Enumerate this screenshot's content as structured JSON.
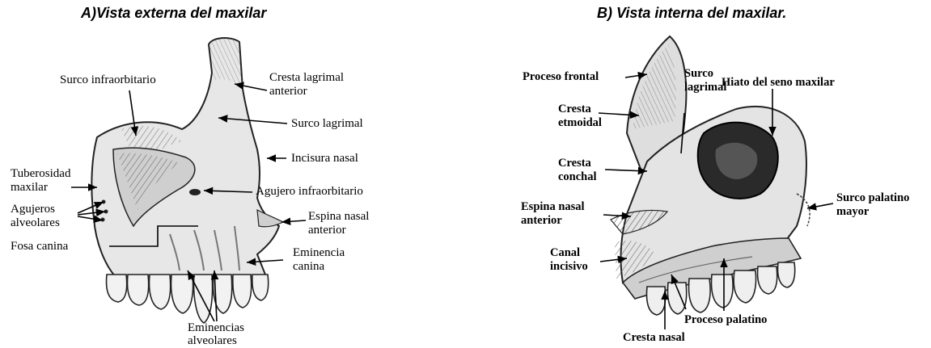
{
  "titles": {
    "a": "A)Vista externa del maxilar",
    "b": "B) Vista interna del maxilar."
  },
  "panel_a": {
    "surco_infraorbitario": "Surco infraorbitario",
    "cresta_lagrimal_1": "Cresta lagrimal",
    "cresta_lagrimal_2": "anterior",
    "surco_lagrimal": "Surco lagrimal",
    "incisura_nasal": "Incisura nasal",
    "tuberosidad_1": "Tuberosidad",
    "tuberosidad_2": "maxilar",
    "agujero_infraorbitario": "Agujero infraorbitario",
    "agujeros_1": "Agujeros",
    "agujeros_2": "alveolares",
    "espina_1": "Espina nasal",
    "espina_2": "anterior",
    "fosa_canina": "Fosa canina",
    "eminencia_canina_1": "Eminencia",
    "eminencia_canina_2": "canina",
    "eminencias_alv_1": "Eminencias",
    "eminencias_alv_2": "alveolares"
  },
  "panel_b": {
    "proceso_frontal": "Proceso frontal",
    "surco_lagrimal_1": "Surco",
    "surco_lagrimal_2": "lagrimal",
    "hiato": "Hiato del seno maxilar",
    "cresta_etmoidal_1": "Cresta",
    "cresta_etmoidal_2": "etmoidal",
    "cresta_conchal_1": "Cresta",
    "cresta_conchal_2": "conchal",
    "surco_palatino_1": "Surco palatino",
    "surco_palatino_2": "mayor",
    "espina_1": "Espina nasal",
    "espina_2": "anterior",
    "canal_1": "Canal",
    "canal_2": "incisivo",
    "proceso_palatino": "Proceso palatino",
    "cresta_nasal": "Cresta nasal"
  }
}
